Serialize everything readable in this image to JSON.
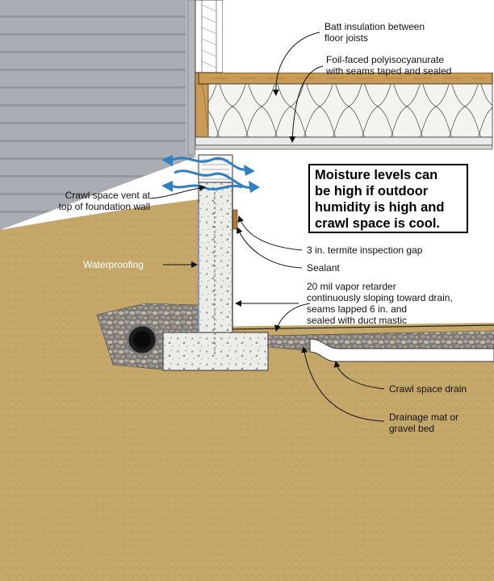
{
  "labels": {
    "batt_insulation": [
      "Batt insulation between",
      "floor joists"
    ],
    "foil_faced": [
      "Foil-faced polyisocyanurate",
      "with seams taped and sealed"
    ],
    "vent": [
      "Crawl space vent at",
      "top of foundation wall"
    ],
    "waterproofing": "Waterproofing",
    "termite_gap": "3 in. termite inspection gap",
    "sealant": "Sealant",
    "vapor_retarder": [
      "20 mil vapor retarder",
      "continuously sloping toward drain,",
      "seams lapped 6 in. and",
      "sealed with duct mastic"
    ],
    "crawl_drain": "Crawl space drain",
    "drainage_mat": [
      "Drainage mat or",
      "gravel bed"
    ]
  },
  "callout": [
    "Moisture levels can",
    "be high if outdoor",
    "humidity is high and",
    "crawl space is cool."
  ],
  "colors": {
    "soil": "#c6a76a",
    "siding": "#a8adb3",
    "concrete": "#ebebe7",
    "gravel": "#8e8a86",
    "lumber": "#c99b55",
    "insulation": "#f2f2ef",
    "air_arrows": "#2f7fc1",
    "crawl_space": "#ffffff"
  }
}
